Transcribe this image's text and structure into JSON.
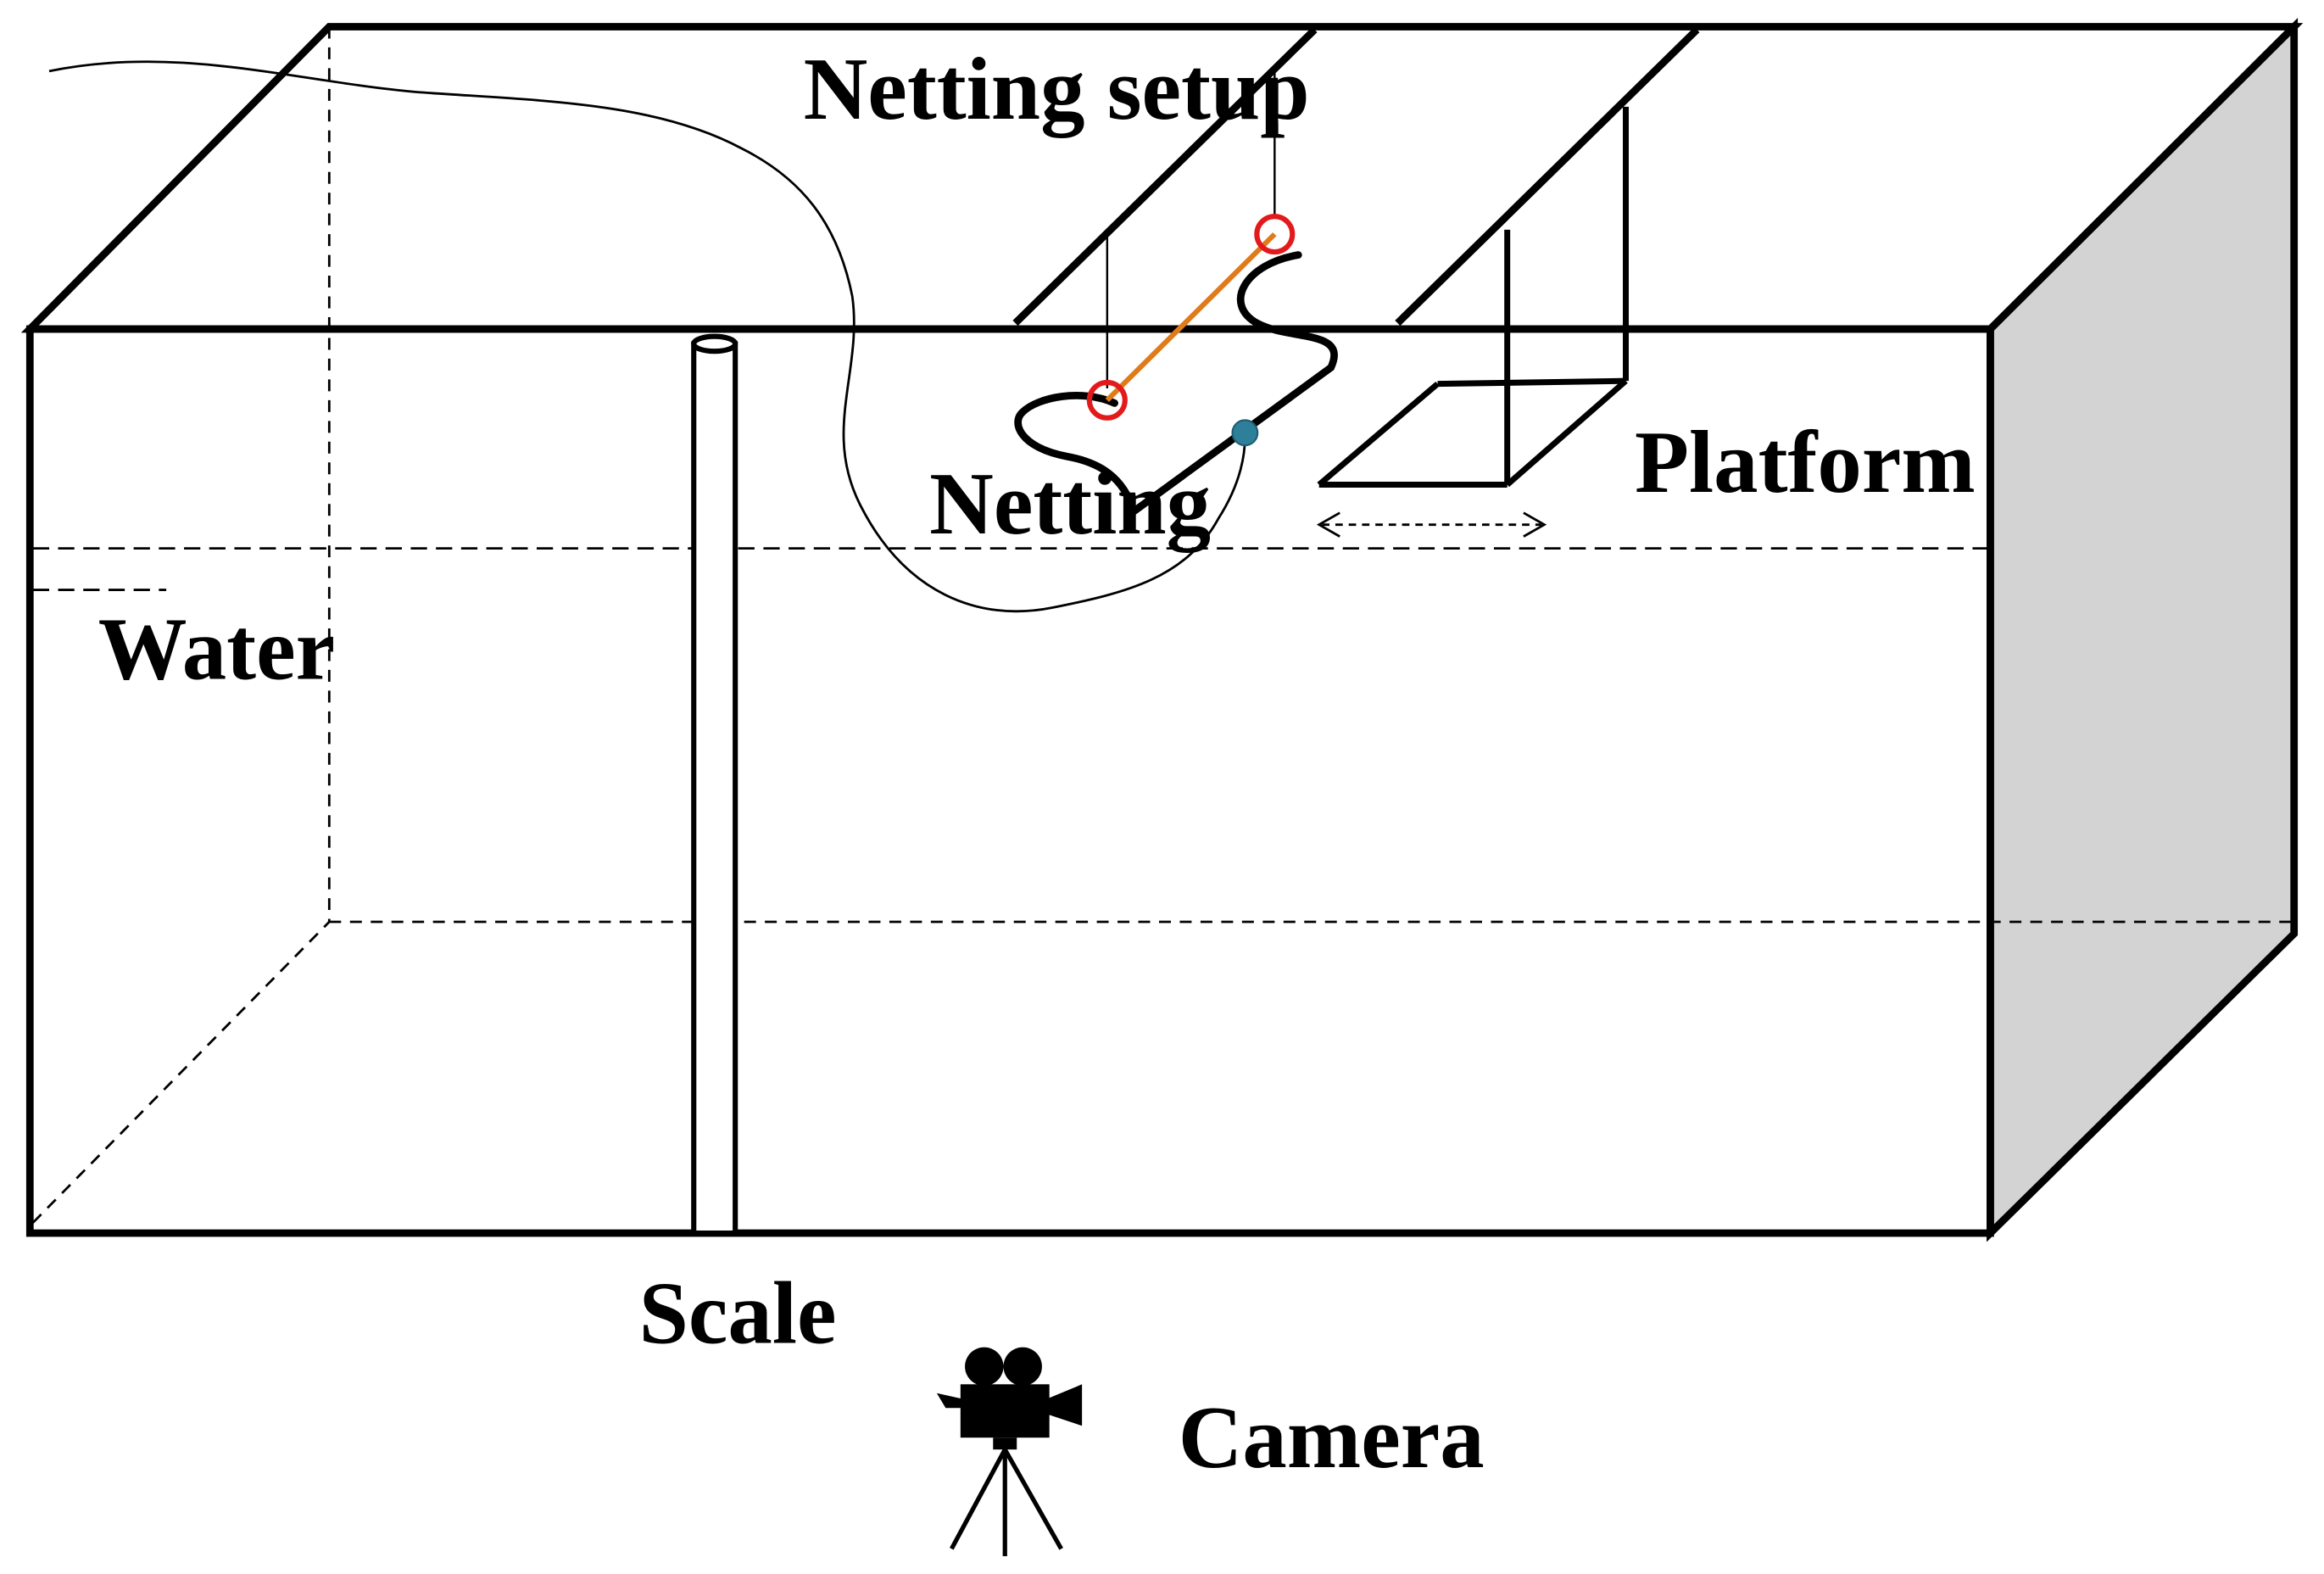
{
  "labels": {
    "netting_setup": "Netting setup",
    "netting": "Netting",
    "platform": "Platform",
    "water": "Water",
    "scale": "Scale",
    "camera": "Camera"
  },
  "colors": {
    "line": "#000000",
    "side_face": "#d3d3d3",
    "connector_rod": "#e07b1a",
    "attachment_ring": "#e31a1c",
    "sensor_dot": "#2e7f9a"
  },
  "icons": {
    "camera": "movie-camera-icon"
  }
}
